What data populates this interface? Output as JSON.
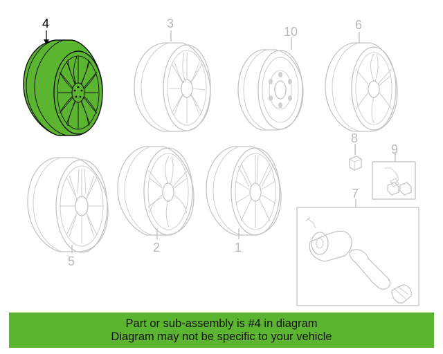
{
  "diagram": {
    "callouts": [
      {
        "key": "c4",
        "label": "4",
        "active": true
      },
      {
        "key": "c3",
        "label": "3",
        "active": false
      },
      {
        "key": "c10",
        "label": "10",
        "active": false
      },
      {
        "key": "c6",
        "label": "6",
        "active": false
      },
      {
        "key": "c8",
        "label": "8",
        "active": false
      },
      {
        "key": "c9",
        "label": "9",
        "active": false
      },
      {
        "key": "c7",
        "label": "7",
        "active": false
      },
      {
        "key": "c5",
        "label": "5",
        "active": false
      },
      {
        "key": "c2",
        "label": "2",
        "active": false
      },
      {
        "key": "c1",
        "label": "1",
        "active": false
      }
    ],
    "highlight_color": "#5cb531"
  },
  "banner": {
    "line1": "Part or sub-assembly is #4 in diagram",
    "line2": "Diagram may not be specific to your vehicle",
    "background": "#5cb531"
  }
}
